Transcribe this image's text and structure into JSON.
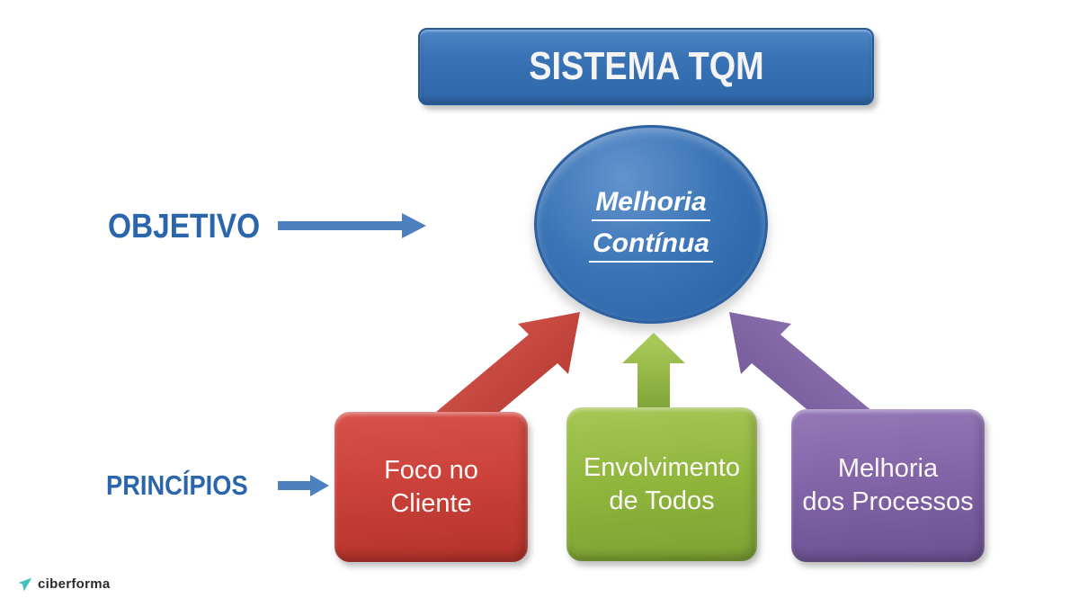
{
  "title": "SISTEMA TQM",
  "labels": {
    "objetivo": "OBJETIVO",
    "principios": "PRINCÍPIOS"
  },
  "goal": {
    "line1": "Melhoria",
    "line2": "Contínua"
  },
  "principles": [
    {
      "line1": "Foco no",
      "line2": "Cliente"
    },
    {
      "line1": "Envolvimento",
      "line2": "de Todos"
    },
    {
      "line1": "Melhoria",
      "line2": "dos Processos"
    }
  ],
  "logo": {
    "text": "ciberforma",
    "icon": "paper-plane-icon",
    "icon_color": "#3fc3bc"
  },
  "colors": {
    "banner_blue": "#3a74b6",
    "banner_border": "#295a97",
    "ellipse_blue": "#336cae",
    "label_text_blue": "#2b66ad",
    "arrow_blue": "#4e7fbe",
    "red": "#cb423b",
    "red_light": "#dd6056",
    "red_dark": "#ab2f27",
    "green": "#8fb53c",
    "green_light": "#aecd5d",
    "green_dark": "#769d2f",
    "purple": "#7f63a6",
    "purple_light": "#9c7fbf",
    "purple_dark": "#664d8c",
    "box_text": "#ffffff",
    "background": "#ffffff"
  }
}
